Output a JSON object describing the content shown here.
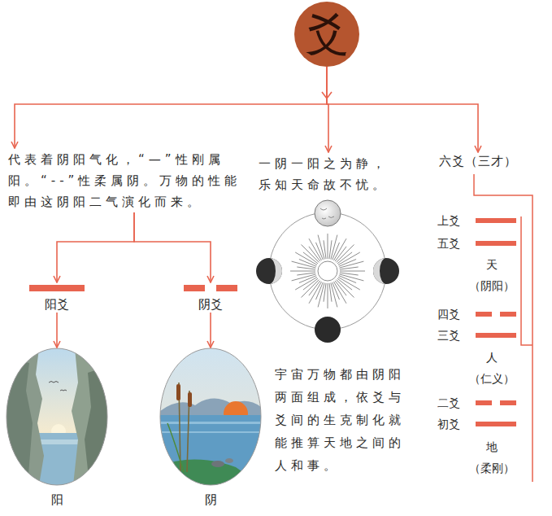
{
  "diagram": {
    "nodes": [
      {
        "text": [
          "爻"
        ]
      },
      {
        "text": [
          "代表着阴阳气化，“—”性刚属阳。“--”性柔属阴。万物的性能即由这阴阳二气演化而来。"
        ]
      },
      {
        "text": [
          "一阴一阳之为静，乐知天命故不忧。"
        ]
      },
      {
        "text": [
          "六爻（三才）"
        ]
      },
      {
        "text": [
          "阳爻"
        ]
      },
      {
        "text": [
          "阴爻"
        ]
      },
      {
        "text": [
          "阳"
        ]
      },
      {
        "text": [
          "阴"
        ]
      }
    ],
    "edges": [
      {
        "from": 0,
        "to": 1,
        "arrow": "to"
      },
      {
        "from": 0,
        "to": 2,
        "arrow": "to"
      },
      {
        "from": 0,
        "to": 3,
        "arrow": "to"
      },
      {
        "from": 1,
        "to": 4,
        "arrow": "to"
      },
      {
        "from": 1,
        "to": 5,
        "arrow": "to"
      },
      {
        "from": 4,
        "to": 6,
        "arrow": "to"
      },
      {
        "from": 5,
        "to": 7,
        "arrow": "to"
      }
    ],
    "labels": [
      "宇宙万物都由阴阳两面组成，依爻与爻间的生克制化就能推算天地之间的人和事。",
      "上爻",
      "五爻",
      "天",
      "（阴阳）",
      "四爻",
      "三爻",
      "人",
      "（仁义）",
      "二爻",
      "初爻",
      "地",
      "（柔刚）"
    ]
  }
}
